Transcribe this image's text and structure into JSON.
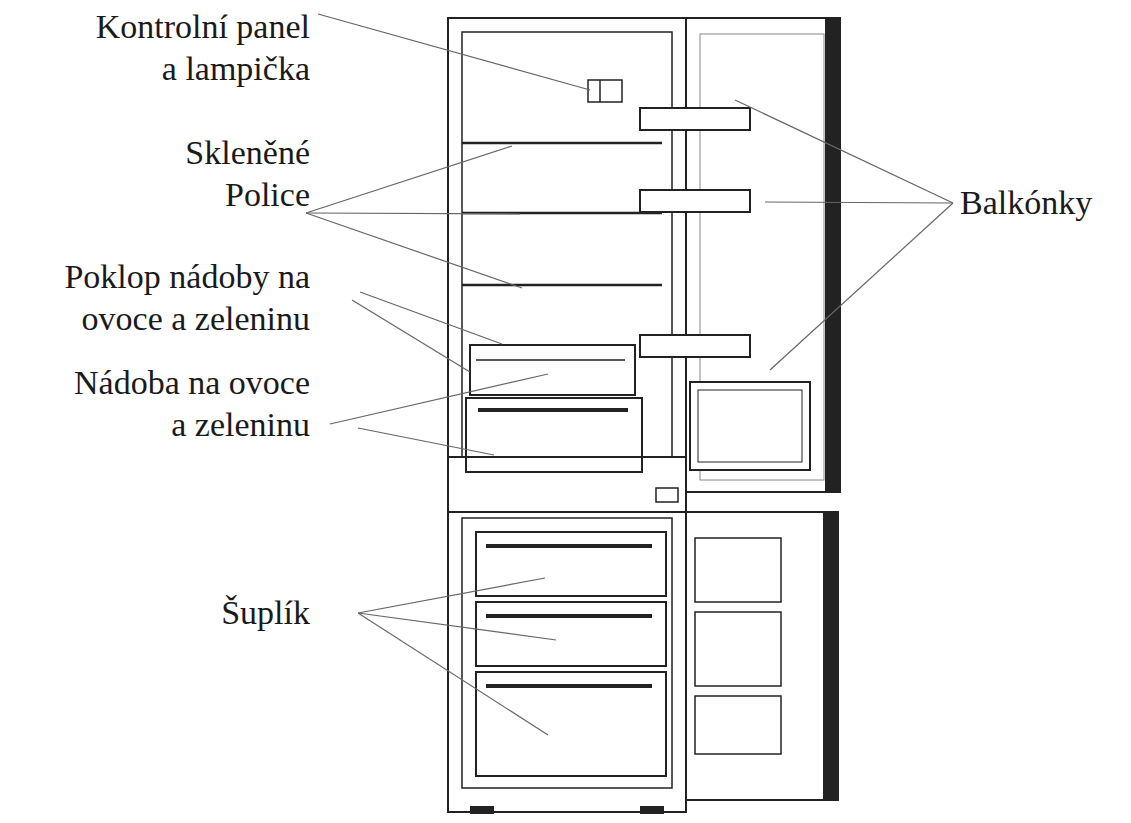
{
  "diagram": {
    "labels": [
      "Kontrolní panel a lampička",
      "Skleněné Police",
      "Poklop nádoby na ovoce a zeleninu",
      "Nádoba na ovoce a zeleninu",
      "Šuplík",
      "Balkónky"
    ]
  }
}
